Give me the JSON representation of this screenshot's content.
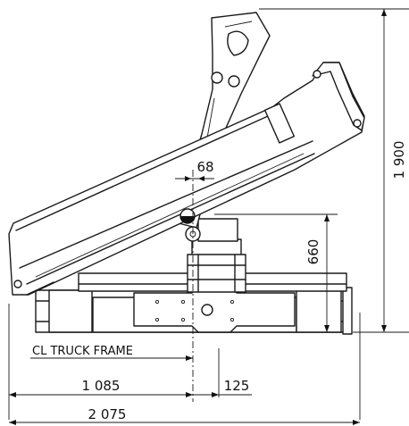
{
  "labels": {
    "truck_frame": "CL TRUCK FRAME"
  },
  "dimensions": {
    "total_height": "1 900",
    "offset_68": "68",
    "pivot_height": "660",
    "left_width": "1 085",
    "right_width": "125",
    "total_width": "2 075"
  }
}
